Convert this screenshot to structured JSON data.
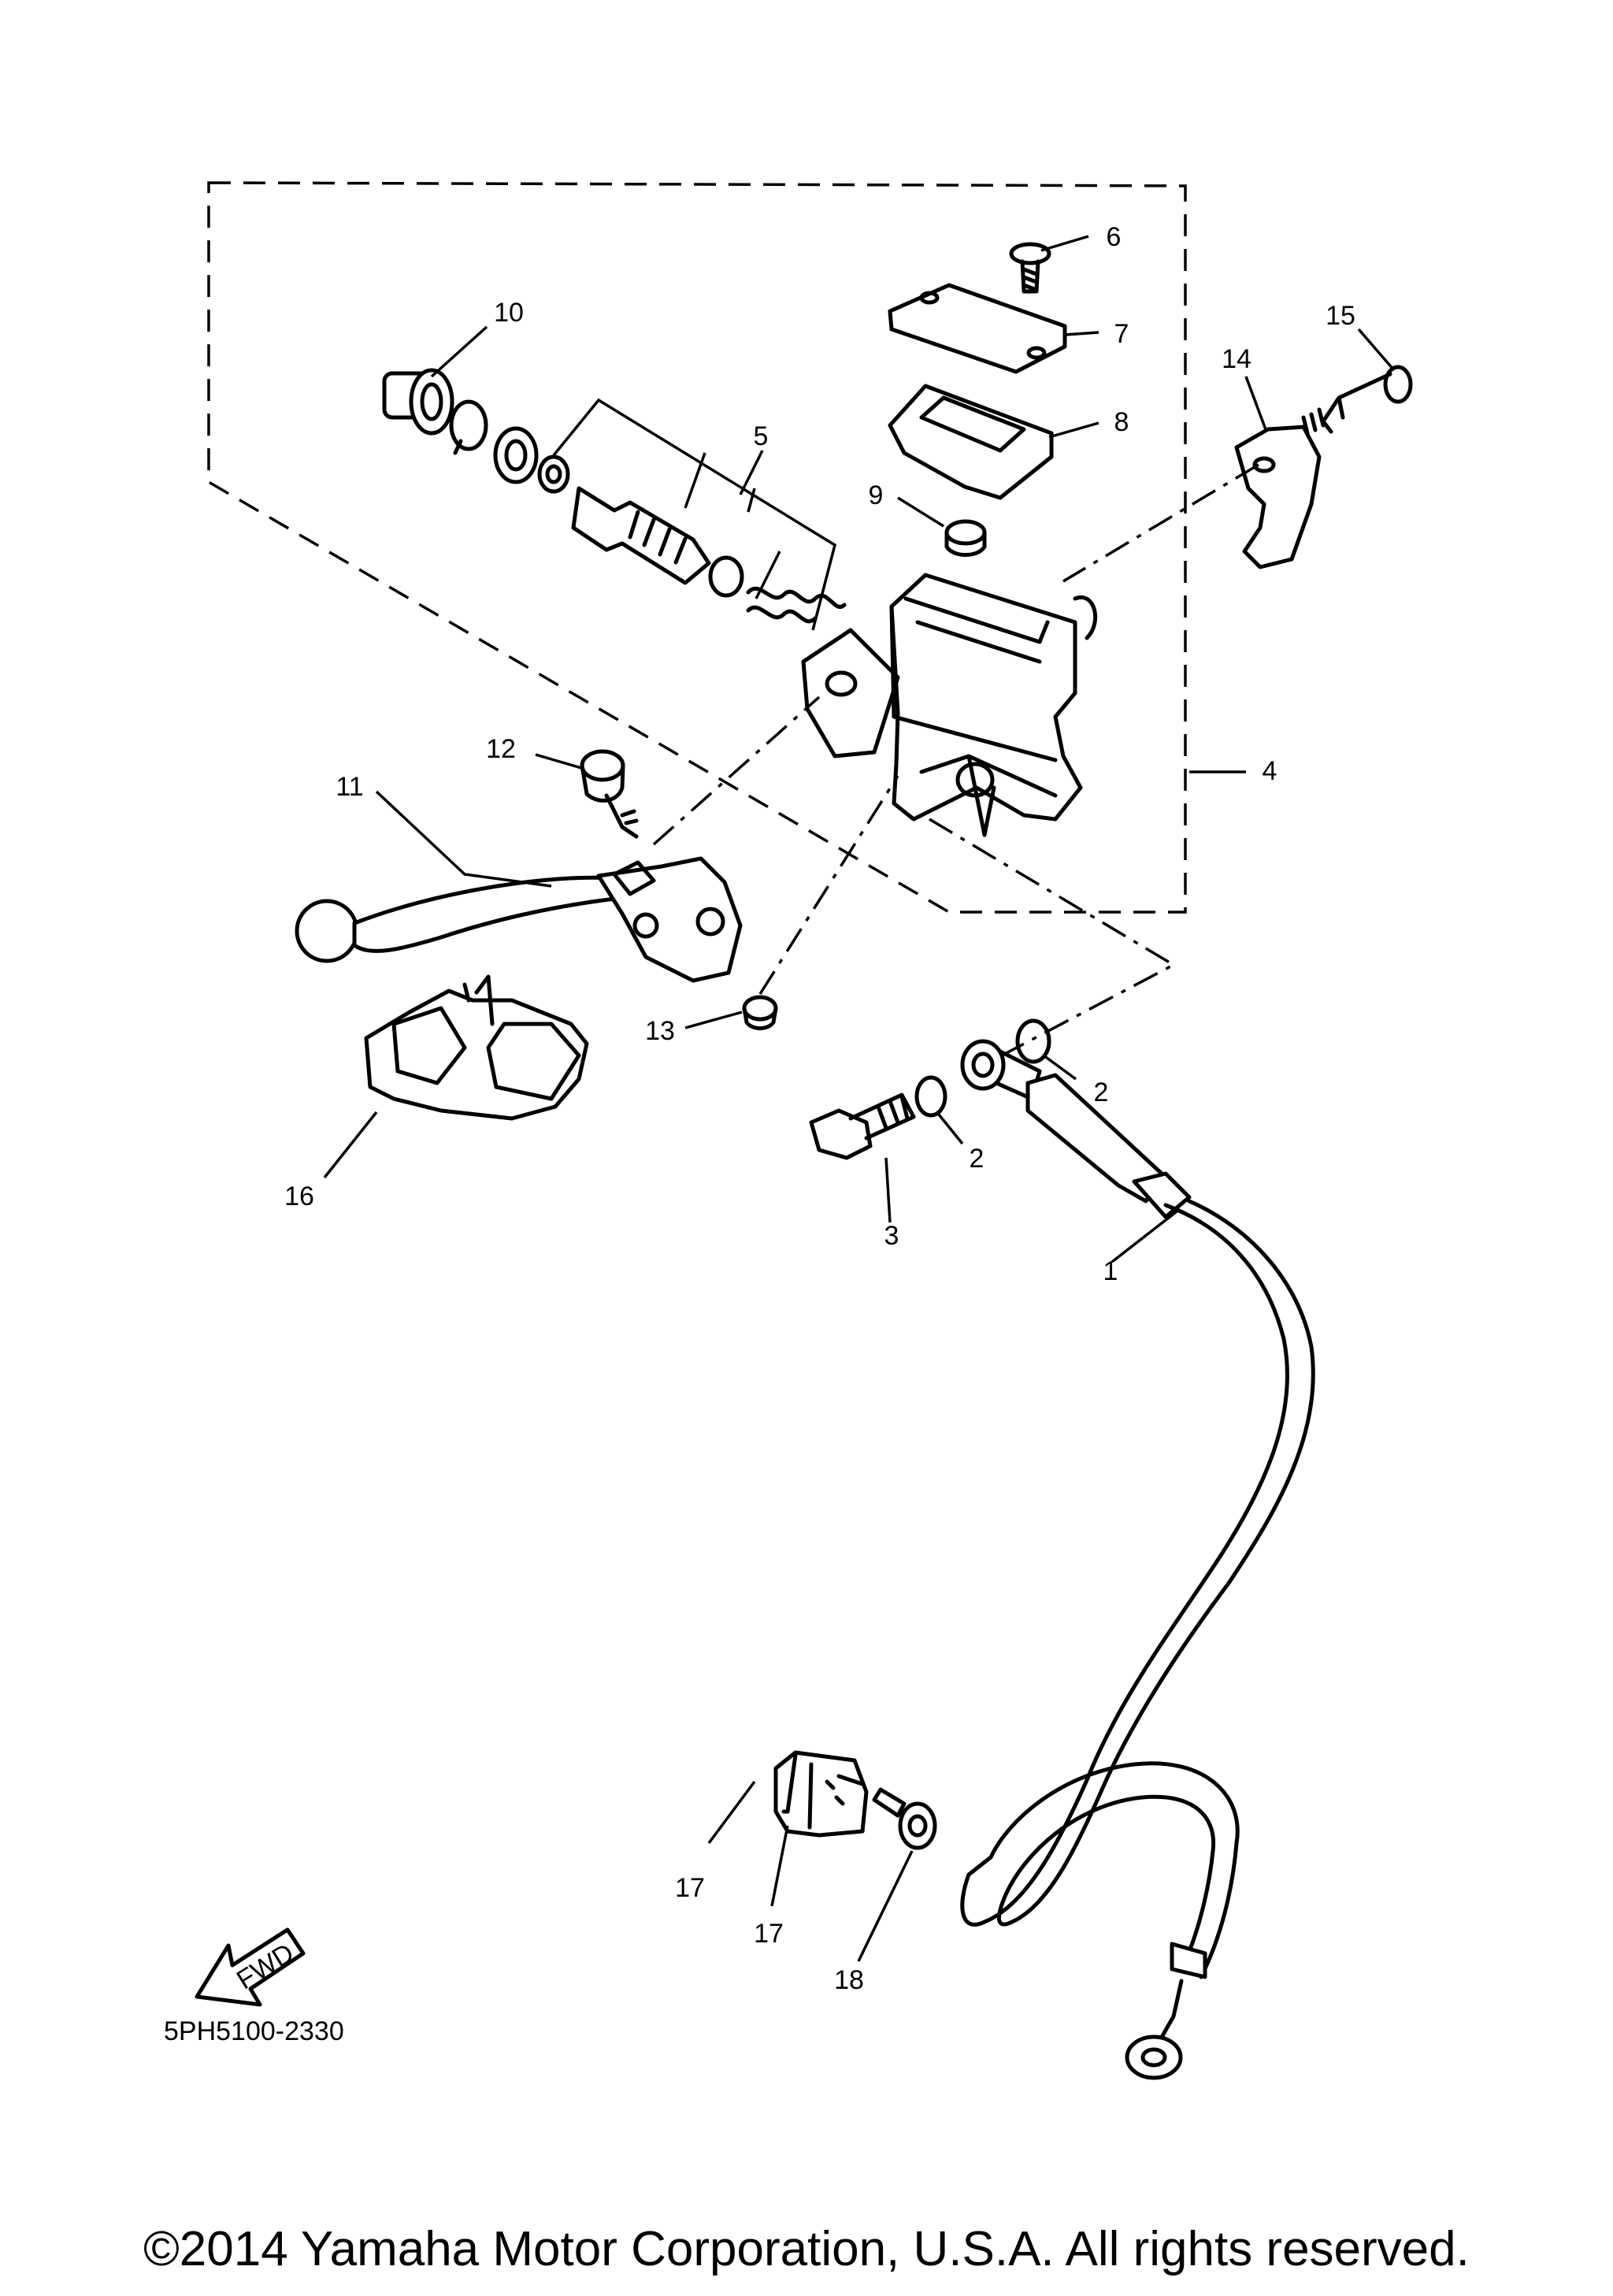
{
  "callouts": [
    "1",
    "2",
    "2",
    "3",
    "4",
    "5",
    "6",
    "7",
    "8",
    "9",
    "10",
    "11",
    "12",
    "13",
    "14",
    "15",
    "16",
    "17",
    "17",
    "18"
  ],
  "fwd_arrow": {
    "text": "FWD"
  },
  "diagram_code": "5PH5100-2330",
  "copyright": "©2014 Yamaha Motor Corporation, U.S.A. All rights reserved."
}
